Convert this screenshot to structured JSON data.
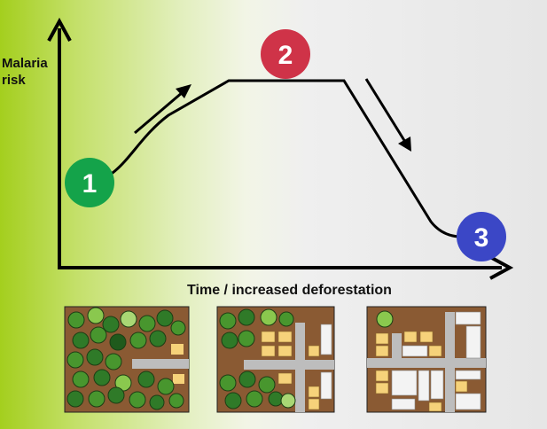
{
  "y_axis_label_line1": "Malaria",
  "y_axis_label_line2": "risk",
  "x_axis_label": "Time / increased deforestation",
  "stages": [
    {
      "number": "1",
      "color": "#14a34a"
    },
    {
      "number": "2",
      "color": "#cf3348"
    },
    {
      "number": "3",
      "color": "#3b47c6"
    }
  ],
  "colors": {
    "soil": "#8a5a33",
    "road": "#bdbdbd",
    "house": "#f6d27a",
    "building": "#f3f3f3",
    "tree_dark": "#2f7a28",
    "tree_mid": "#48962e",
    "tree_light": "#8ac84e",
    "curve": "#000000"
  }
}
